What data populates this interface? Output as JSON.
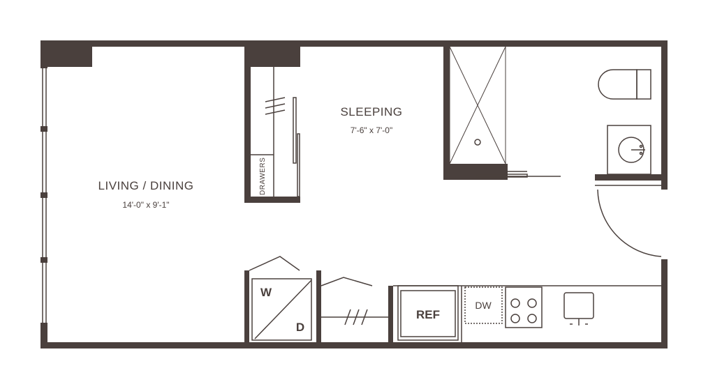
{
  "colors": {
    "wall": "#4a403d",
    "line": "#4a403d",
    "background": "#ffffff"
  },
  "rooms": {
    "living": {
      "name": "LIVING / DINING",
      "dimensions": "14'-0\" x 9'-1\""
    },
    "sleeping": {
      "name": "SLEEPING",
      "dimensions": "7'-6\" x 7'-0\""
    }
  },
  "labels": {
    "drawers": "DRAWERS",
    "washer": "W",
    "dryer": "D",
    "refrigerator": "REF",
    "dishwasher": "DW"
  },
  "icons": [
    "toilet-icon",
    "bathroom-sink-icon",
    "shower-icon",
    "cooktop-icon",
    "kitchen-sink-icon"
  ]
}
